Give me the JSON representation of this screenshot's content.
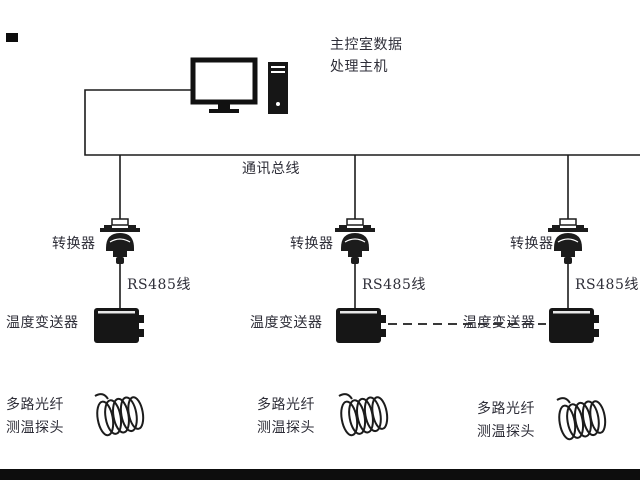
{
  "host": {
    "line1": "主控室数据",
    "line2": "处理主机"
  },
  "bus": {
    "label": "通讯总线"
  },
  "branches": [
    {
      "converter": "转换器",
      "cable": "RS485线",
      "transmitter": "温度变送器",
      "probe_line1": "多路光纤",
      "probe_line2": "测温探头"
    },
    {
      "converter": "转换器",
      "cable": "RS485线",
      "transmitter": "温度变送器",
      "probe_line1": "多路光纤",
      "probe_line2": "测温探头"
    },
    {
      "converter": "转换器",
      "cable": "RS485线",
      "transmitter": "温度变送器",
      "probe_line1": "多路光纤",
      "probe_line2": "测温探头"
    }
  ],
  "colors": {
    "line": "#1c1c1c",
    "text": "#2e2e38",
    "device_fill": "#161616",
    "background": "#ffffff"
  }
}
